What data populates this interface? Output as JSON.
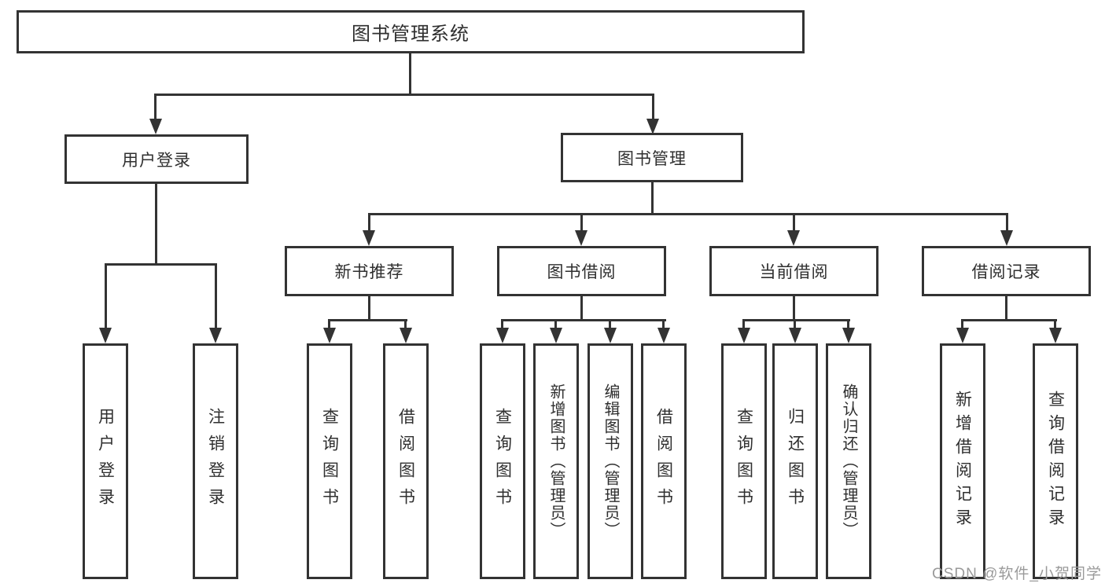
{
  "diagram_type": "functional-structure-tree",
  "tree": {
    "label": "图书管理系统",
    "children": [
      {
        "label": "用户登录",
        "children": [
          {
            "label": "用户登录"
          },
          {
            "label": "注销登录"
          }
        ]
      },
      {
        "label": "图书管理",
        "children": [
          {
            "label": "新书推荐",
            "children": [
              {
                "label": "查询图书"
              },
              {
                "label": "借阅图书"
              }
            ]
          },
          {
            "label": "图书借阅",
            "children": [
              {
                "label": "查询图书"
              },
              {
                "label": "新增图书（管理员）"
              },
              {
                "label": "编辑图书（管理员）"
              },
              {
                "label": "借阅图书"
              }
            ]
          },
          {
            "label": "当前借阅",
            "children": [
              {
                "label": "查询图书"
              },
              {
                "label": "归还图书"
              },
              {
                "label": "确认归还（管理员）"
              }
            ]
          },
          {
            "label": "借阅记录",
            "children": [
              {
                "label": "新增借阅记录"
              },
              {
                "label": "查询借阅记录"
              }
            ]
          }
        ]
      }
    ]
  },
  "watermark": {
    "text": "CSDN @软件_小贺同学"
  },
  "colors": {
    "line": "#333333",
    "box_border": "#333333",
    "box_background": "#ffffff",
    "text": "#2f2f2f",
    "watermark": "#9a9a9a",
    "background": "#ffffff"
  }
}
